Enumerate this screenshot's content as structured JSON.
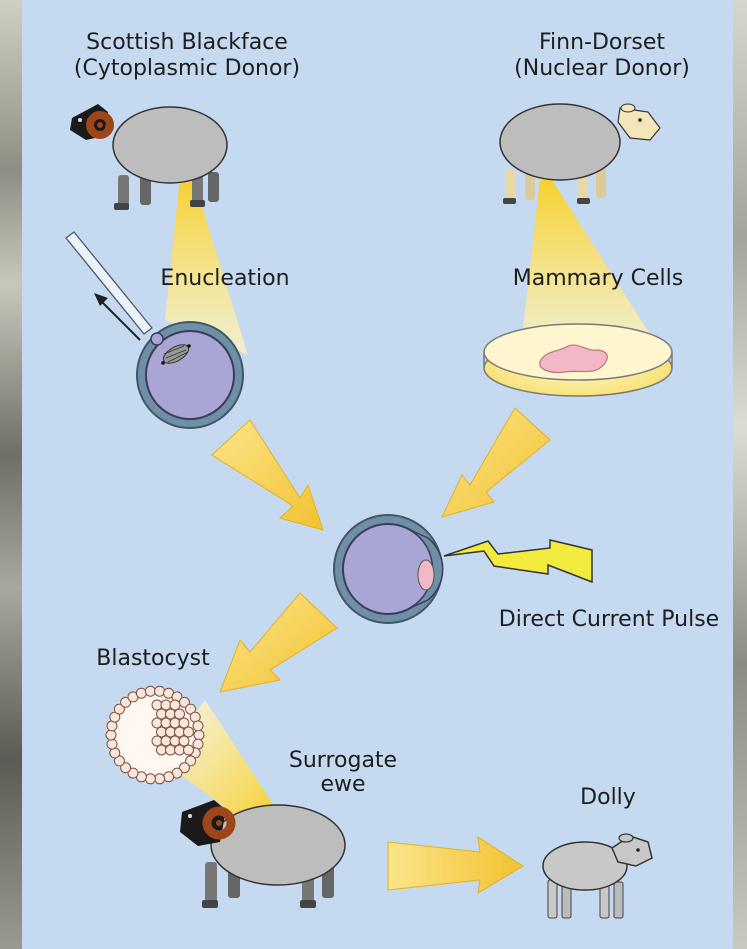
{
  "labels": {
    "cytoplasmic_donor_breed": "Scottish Blackface",
    "cytoplasmic_donor_role": "(Cytoplasmic Donor)",
    "nuclear_donor_breed": "Finn-Dorset",
    "nuclear_donor_role": "(Nuclear Donor)",
    "enucleation": "Enucleation",
    "mammary_cells": "Mammary Cells",
    "direct_current_pulse": "Direct Current Pulse",
    "blastocyst": "Blastocyst",
    "surrogate_line1": "Surrogate",
    "surrogate_line2": "ewe",
    "dolly": "Dolly"
  },
  "colors": {
    "panel_background": "#c5d9f0",
    "beam_yellow": "#f4d34a",
    "arrow_yellow": "#f5cf4a",
    "cell_membrane": "#6f8fa6",
    "cytoplasm": "#a9a6d6",
    "sheep_wool": "#bdbdbd",
    "blackface_horn": "#a0441a",
    "finn_dorset_face": "#f3e6b8",
    "cells_pink": "#f2b8c6",
    "lightning": "#f2ea3c"
  }
}
